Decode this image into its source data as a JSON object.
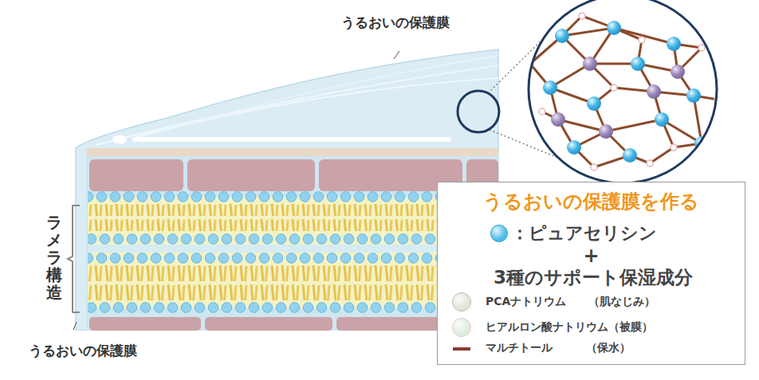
{
  "diagram": {
    "nodes": [
      {
        "text": [
          "うるおいの保護膜を作る",
          "+",
          "3種のサポート保湿成分"
        ]
      }
    ],
    "edges": [],
    "labels": [
      "うるおいの保護膜",
      "ラメラ構造",
      "うるおいの保護膜"
    ],
    "legend": [
      {
        "text": "：ピュアセリシン",
        "color": "#4cbce8"
      },
      {
        "text": "PCAナトリウム　　（肌なじみ）",
        "color": "#e4e4dc"
      },
      {
        "text": "ヒアルロン酸ナトリウム（被膜）",
        "color": "#dcece0"
      },
      {
        "text": "マルチトール　　　（保水）"
      }
    ]
  }
}
